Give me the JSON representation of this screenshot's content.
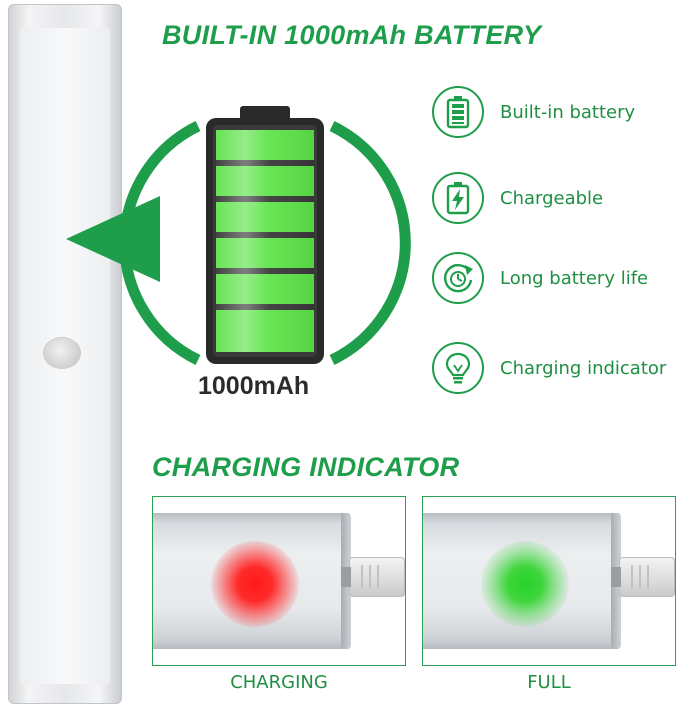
{
  "title": "BUILT-IN 1000mAh BATTERY",
  "capacity": "1000mAh",
  "features": [
    {
      "label": "Built-in battery",
      "icon": "battery-icon"
    },
    {
      "label": "Chargeable",
      "icon": "charging-battery-icon"
    },
    {
      "label": "Long battery life",
      "icon": "clock-refresh-icon"
    },
    {
      "label": "Charging indicator",
      "icon": "light-bulb-icon"
    }
  ],
  "charging_section": {
    "title": "CHARGING INDICATOR",
    "panels": [
      {
        "caption": "CHARGING",
        "indicator_color": "#ff1a1a"
      },
      {
        "caption": "FULL",
        "indicator_color": "#28d12a"
      }
    ]
  },
  "colors": {
    "accent": "#1e9e4a",
    "battery_fill": "#5ee34a"
  }
}
